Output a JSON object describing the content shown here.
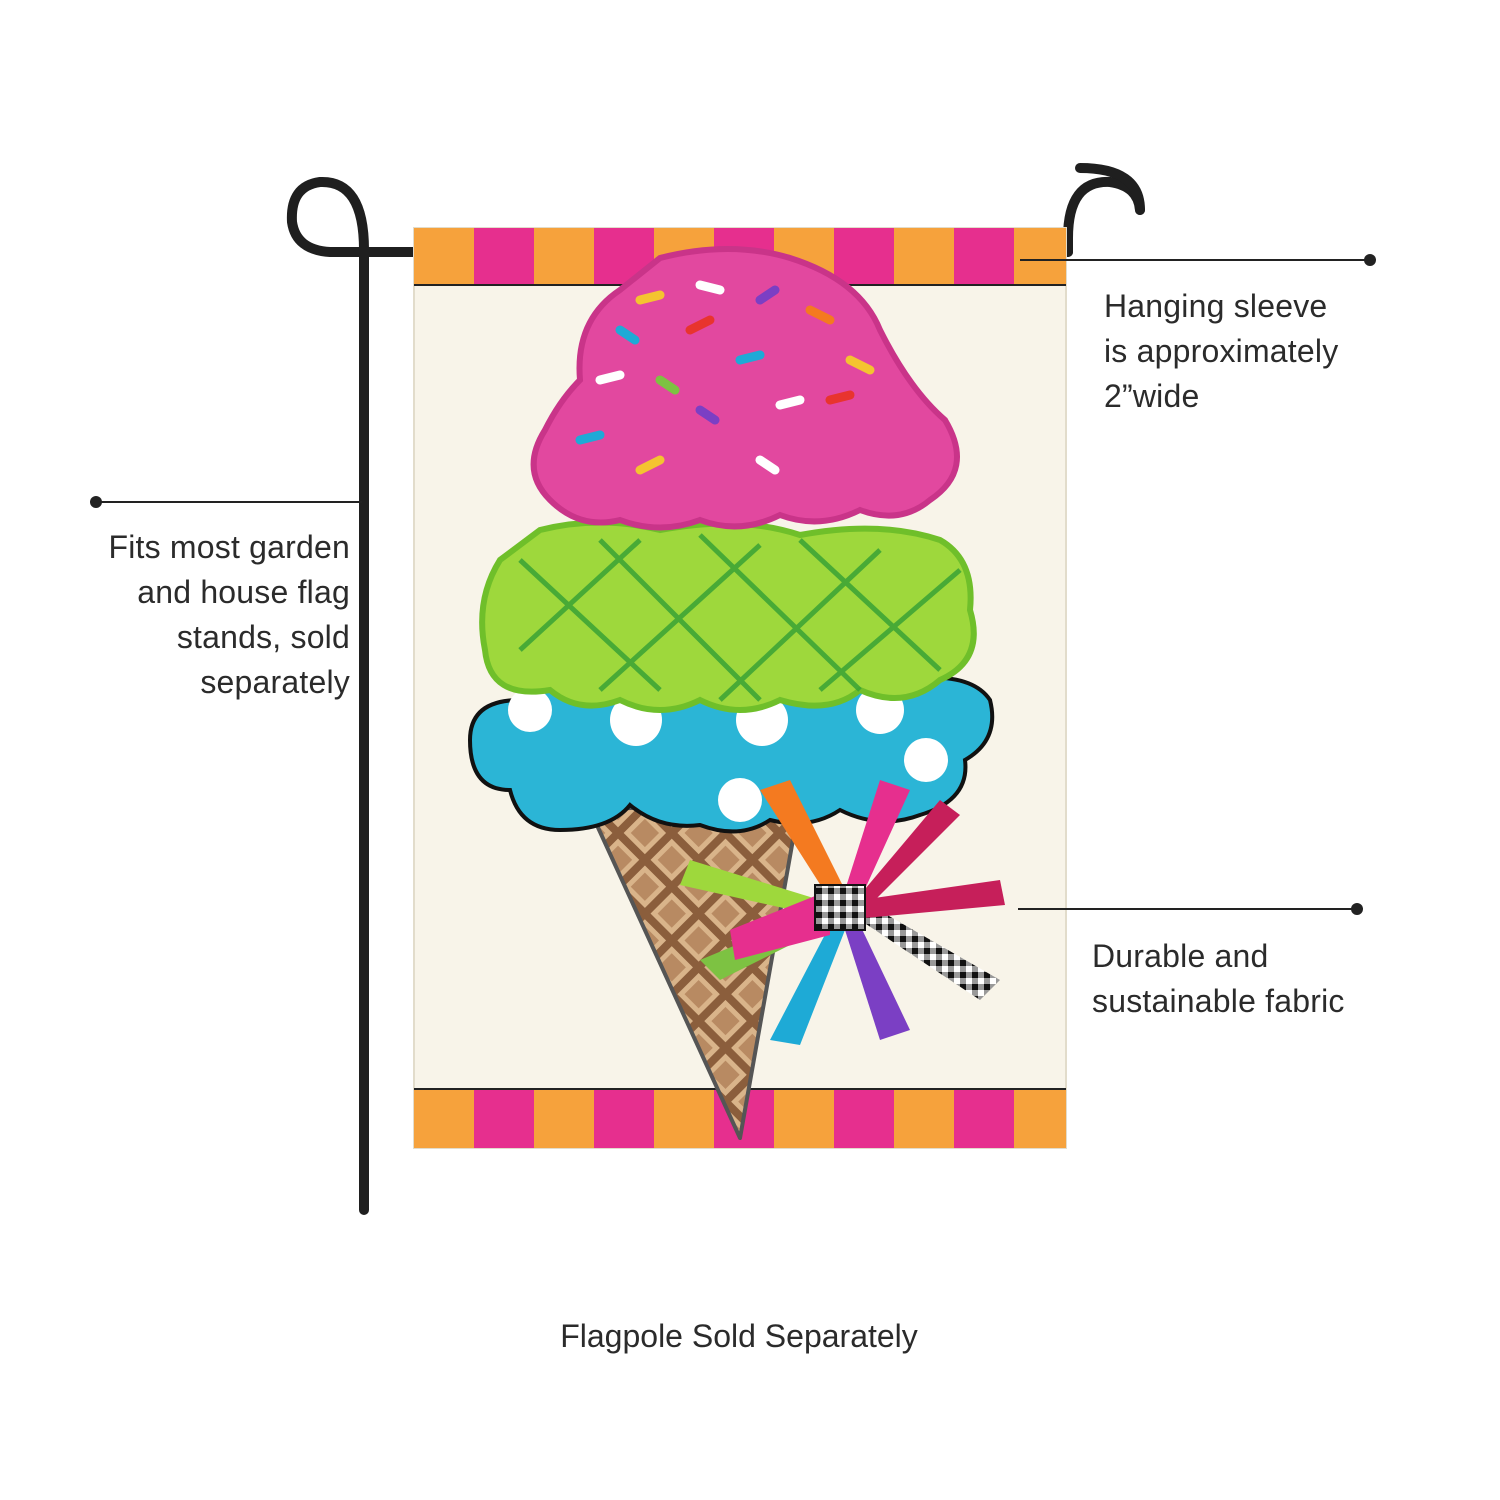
{
  "callouts": {
    "sleeve": [
      "Hanging sleeve",
      "is approximately",
      "2”wide"
    ],
    "stand": [
      "Fits most garden",
      "and house flag",
      "stands, sold",
      "separately"
    ],
    "fabric": [
      "Durable and",
      "sustainable fabric"
    ]
  },
  "caption": "Flagpole Sold Separately",
  "colors": {
    "stripe_orange": "#f6a23c",
    "stripe_magenta": "#e62f8e",
    "flag_background": "#f8f4e9",
    "scoop_pink": "#e2489f",
    "scoop_green": "#9ed83c",
    "scoop_blue": "#2bb5d6",
    "cone": "#a9805e",
    "pole": "#1f1f1f"
  }
}
